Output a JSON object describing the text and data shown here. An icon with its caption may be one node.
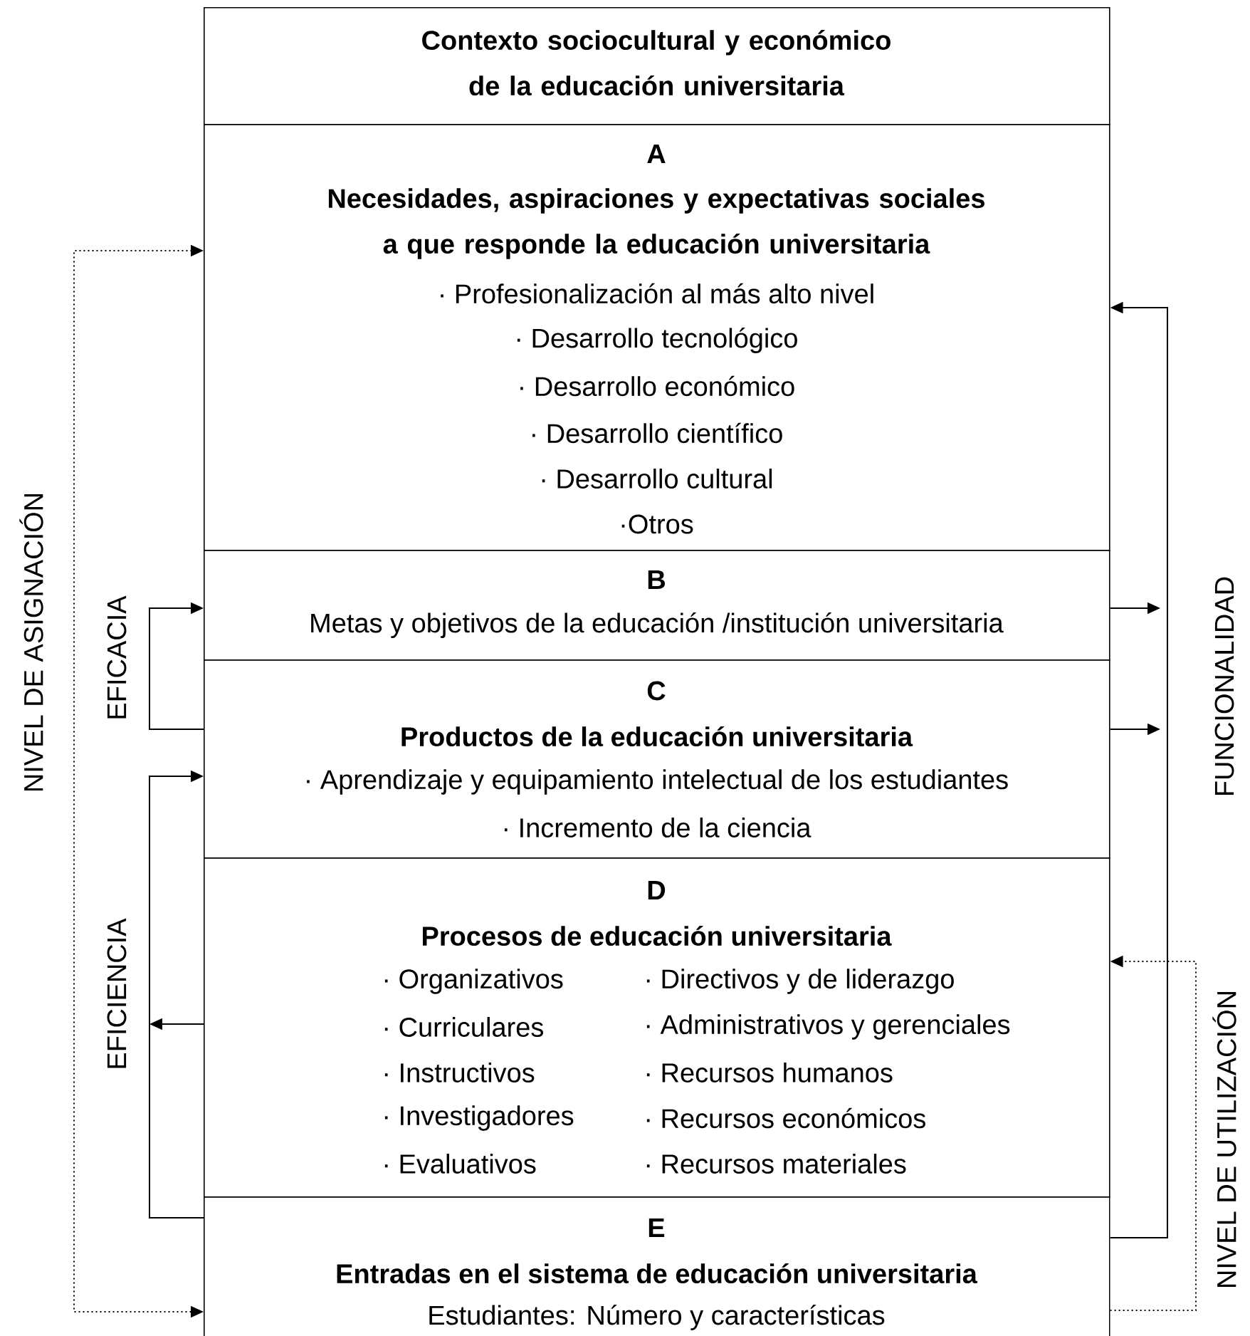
{
  "diagram": {
    "nodes": [
      {
        "text": [
          "Contexto sociocultural y económico de la educación universitaria"
        ]
      },
      {
        "text": [
          "A",
          "Necesidades, aspiraciones y expectativas sociales a que responde la educación universitaria",
          "· Profesionalización al más alto nivel",
          "· Desarrollo tecnológico",
          "· Desarrollo económico",
          "· Desarrollo científico",
          "· Desarrollo cultural",
          "·Otros"
        ]
      },
      {
        "text": [
          "B",
          "Metas y objetivos de la educación /institución universitaria"
        ]
      },
      {
        "text": [
          "C",
          "Productos de la educación universitaria",
          "· Aprendizaje y equipamiento intelectual de los estudiantes",
          "· Incremento de la ciencia"
        ]
      },
      {
        "text": [
          "D",
          "Procesos de educación universitaria",
          "· Organizativos",
          "· Directivos y de liderazgo",
          "· Curriculares",
          "· Administrativos y gerenciales",
          "· Instructivos",
          "· Recursos humanos",
          "· Investigadores",
          "· Recursos económicos",
          "· Evaluativos",
          "· Recursos materiales"
        ]
      },
      {
        "text": [
          "E",
          "Entradas en el sistema de educación universitaria",
          "Estudiantes: Número y características"
        ]
      }
    ],
    "edges": [
      {
        "from": 5,
        "to": 1,
        "arrow": "both",
        "style": "dashed",
        "label": "NIVEL DE ASIGNACIÓN"
      },
      {
        "from": 3,
        "to": 2,
        "arrow": "to",
        "label": "EFICACIA"
      },
      {
        "from": 5,
        "to": 3,
        "arrow": "to",
        "label": "EFICIENCIA"
      },
      {
        "from": 4,
        "to": null,
        "arrow": "to"
      },
      {
        "from": 5,
        "to": 1,
        "arrow": "to",
        "label": "FUNCIONALIDAD"
      },
      {
        "from": 2,
        "to": null,
        "arrow": "to"
      },
      {
        "from": 3,
        "to": null,
        "arrow": "to"
      },
      {
        "from": 5,
        "to": 4,
        "arrow": "to",
        "style": "dashed",
        "label": "NIVEL DE UTILIZACIÓN"
      }
    ]
  }
}
